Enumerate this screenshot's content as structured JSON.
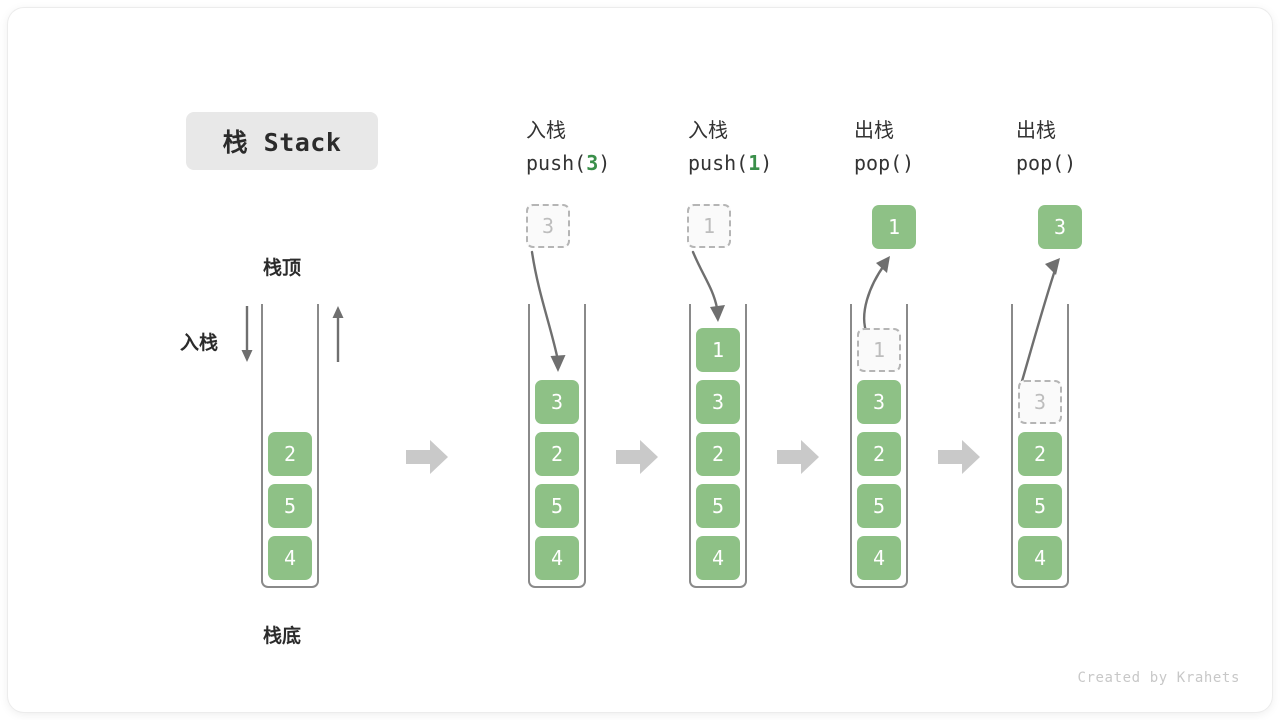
{
  "title_badge": {
    "text": "栈 Stack"
  },
  "colors": {
    "cell_green": "#8ec186",
    "accent_green_text": "#3a8f4a",
    "stack_wall": "#8a8a8a",
    "ghost_border": "#b5b5b5",
    "step_arrow": "#c9c9c9",
    "badge_bg": "#e8e8e8"
  },
  "labels": {
    "top": "栈顶",
    "bottom": "栈底",
    "push_side": "入栈",
    "pop_side": "出栈"
  },
  "credit": "Created by Krahets",
  "columns": [
    {
      "id": "initial",
      "header_cn": "",
      "header_op": "",
      "cells": [
        {
          "value": "2",
          "state": "filled"
        },
        {
          "value": "5",
          "state": "filled"
        },
        {
          "value": "4",
          "state": "filled"
        }
      ],
      "outside_cell": null,
      "arrow": null
    },
    {
      "id": "push-3",
      "header_cn": "入栈",
      "header_op_prefix": "push(",
      "header_op_arg": "3",
      "header_op_suffix": ")",
      "cells": [
        {
          "value": "3",
          "state": "filled"
        },
        {
          "value": "2",
          "state": "filled"
        },
        {
          "value": "5",
          "state": "filled"
        },
        {
          "value": "4",
          "state": "filled"
        }
      ],
      "outside_cell": {
        "value": "3",
        "state": "ghost"
      },
      "arrow": "down-into-stack"
    },
    {
      "id": "push-1",
      "header_cn": "入栈",
      "header_op_prefix": "push(",
      "header_op_arg": "1",
      "header_op_suffix": ")",
      "cells": [
        {
          "value": "1",
          "state": "filled"
        },
        {
          "value": "3",
          "state": "filled"
        },
        {
          "value": "2",
          "state": "filled"
        },
        {
          "value": "5",
          "state": "filled"
        },
        {
          "value": "4",
          "state": "filled"
        }
      ],
      "outside_cell": {
        "value": "1",
        "state": "ghost"
      },
      "arrow": "down-into-stack"
    },
    {
      "id": "pop-1",
      "header_cn": "出栈",
      "header_op_prefix": "pop(",
      "header_op_arg": "",
      "header_op_suffix": ")",
      "cells": [
        {
          "value": "1",
          "state": "ghost"
        },
        {
          "value": "3",
          "state": "filled"
        },
        {
          "value": "2",
          "state": "filled"
        },
        {
          "value": "5",
          "state": "filled"
        },
        {
          "value": "4",
          "state": "filled"
        }
      ],
      "outside_cell": {
        "value": "1",
        "state": "filled"
      },
      "arrow": "up-out-of-stack"
    },
    {
      "id": "pop-3",
      "header_cn": "出栈",
      "header_op_prefix": "pop(",
      "header_op_arg": "",
      "header_op_suffix": ")",
      "cells": [
        {
          "value": "3",
          "state": "ghost"
        },
        {
          "value": "2",
          "state": "filled"
        },
        {
          "value": "5",
          "state": "filled"
        },
        {
          "value": "4",
          "state": "filled"
        }
      ],
      "outside_cell": {
        "value": "3",
        "state": "filled"
      },
      "arrow": "up-out-of-stack"
    }
  ]
}
